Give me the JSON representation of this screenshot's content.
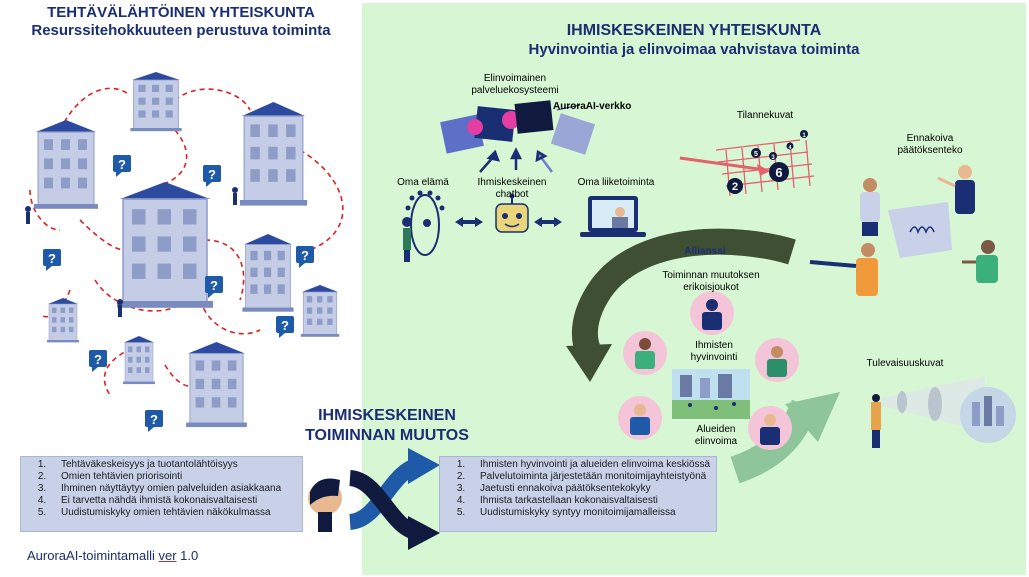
{
  "left": {
    "title": "TEHTÄVÄLÄHTÖINEN YHTEISKUNTA",
    "subtitle": "Resurssitehokkuuteen perustuva toiminta",
    "items": [
      "Tehtäväkeskeisyys ja tuotantolähtöisyys",
      "Omien tehtävien priorisointi",
      "Ihminen näyttäytyy omien palveluiden asiakkaana",
      "Ei tarvetta nähdä ihmistä kokonaisvaltaisesti",
      "Uudistumiskyky omien tehtävien näkökulmassa"
    ],
    "question_mark": "?"
  },
  "right": {
    "title": "IHMISKESKEINEN YHTEISKUNTA",
    "subtitle": "Hyvinvointia ja elinvoimaa vahvistava toiminta",
    "items": [
      "Ihmisten hyvinvointi ja alueiden elinvoima keskiössä",
      "Palvelutoiminta järjestetään monitoimijayhteistyönä",
      "Jaetusti ennakoiva päätöksentekokyky",
      "Ihmista tarkastellaan kokonaisvaltaisesti",
      "Uudistumiskyky syntyy monitoimijamalleissa"
    ]
  },
  "middle": {
    "title_line1": "IHMISKESKEINEN",
    "title_line2": "TOIMINNAN MUUTOS"
  },
  "labels": {
    "ecosystem": "Elinvoimainen palveluekosysteemi",
    "network": "AuroraAI-verkko",
    "situations": "Tilannekuvat",
    "foresight": "Ennakoiva päätöksenteko",
    "own_life": "Oma elämä",
    "chatbot": "Ihmiskeskeinen chatbot",
    "own_business": "Oma liiketoiminta",
    "alliance": "Allianssi",
    "special_forces": "Toiminnan muutoksen erikoisjoukot",
    "wellbeing": "Ihmisten hyvinvointi",
    "vitality": "Alueiden elinvoima",
    "futures": "Tulevaisuuskuvat"
  },
  "chart_numbers": [
    "1",
    "2",
    "3",
    "4",
    "5",
    "6"
  ],
  "footer": {
    "prefix": "AuroraAI-toimintamalli ",
    "underlined": "ver",
    "suffix": " 1.0"
  },
  "colors": {
    "navy": "#1a2e74",
    "green_panel": "#d7f6d3",
    "red_dash": "#e02020",
    "dark_arrow": "#3e4f34",
    "light_arrow": "#8ec59a"
  }
}
